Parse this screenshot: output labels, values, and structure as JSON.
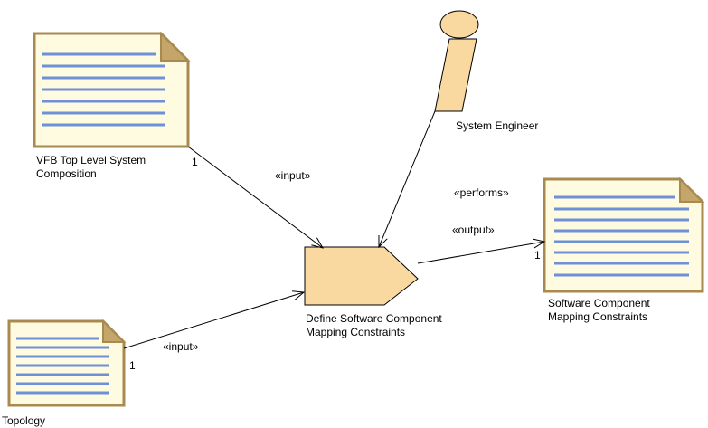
{
  "diagram": {
    "artifacts": {
      "vfb": {
        "name_line1": "VFB Top Level System",
        "name_line2": "Composition"
      },
      "topology": {
        "name": "Topology"
      },
      "output": {
        "name_line1": "Software Component",
        "name_line2": "Mapping Constraints"
      }
    },
    "role": {
      "name": "System Engineer"
    },
    "task": {
      "name_line1": "Define Software Component",
      "name_line2": "Mapping Constraints"
    },
    "edges": {
      "vfb_input": {
        "stereotype": "«input»",
        "multiplicity": "1"
      },
      "topology_input": {
        "stereotype": "«input»",
        "multiplicity": "1"
      },
      "performs": {
        "stereotype": "«performs»"
      },
      "output": {
        "stereotype": "«output»",
        "multiplicity": "1"
      }
    },
    "colors": {
      "doc_fill": "#FFFBE0",
      "doc_border": "#A88A50",
      "doc_fold": "#C4A56A",
      "doc_lines": "#6F8FD6",
      "shape_fill": "#FAD9A1",
      "stroke": "#000000"
    }
  }
}
